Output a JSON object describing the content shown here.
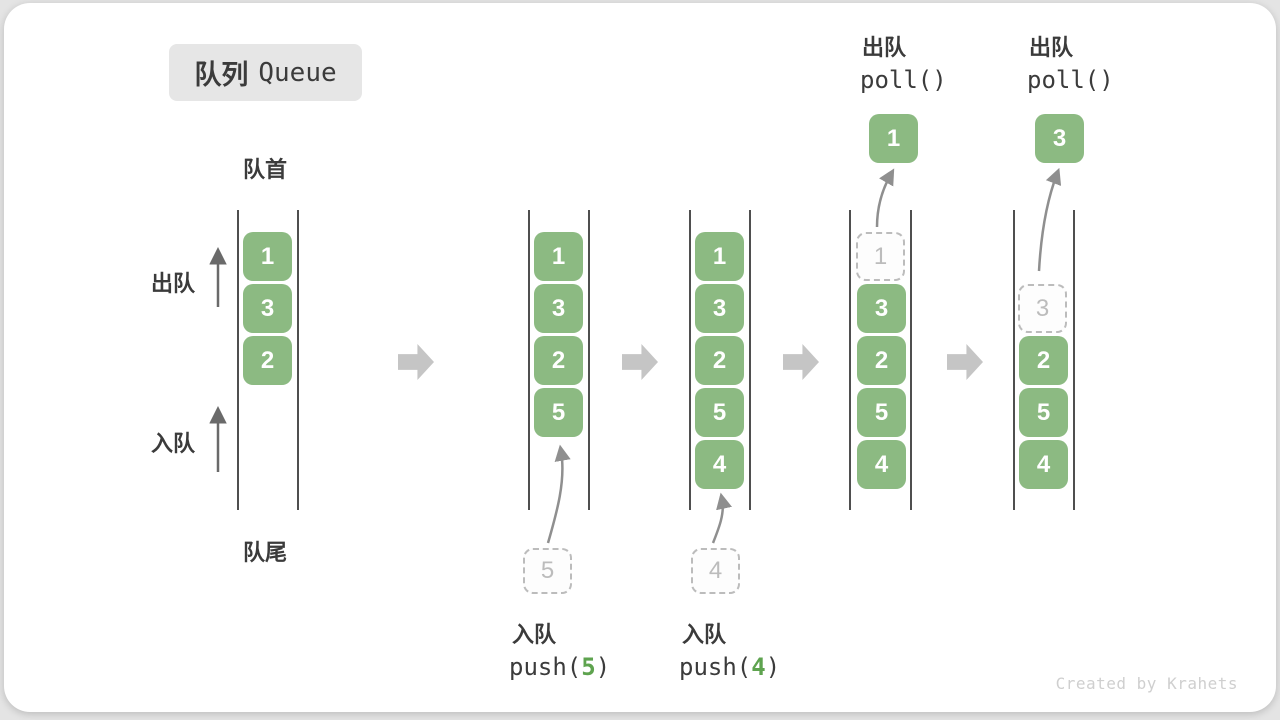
{
  "title": {
    "zh": "队列",
    "en": "Queue"
  },
  "side_labels": {
    "front": "队首",
    "rear": "队尾",
    "dequeue": "出队",
    "enqueue": "入队"
  },
  "states": [
    {
      "boxes": [
        "1",
        "3",
        "2"
      ]
    },
    {
      "boxes": [
        "1",
        "3",
        "2",
        "5"
      ],
      "incoming": "5"
    },
    {
      "boxes": [
        "1",
        "3",
        "2",
        "5",
        "4"
      ],
      "incoming": "4"
    },
    {
      "removed": "1",
      "boxes": [
        "3",
        "2",
        "5",
        "4"
      ],
      "polled": "1"
    },
    {
      "removed": "3",
      "boxes": [
        "2",
        "5",
        "4"
      ],
      "polled": "3"
    }
  ],
  "operations": {
    "push5": {
      "label": "入队",
      "code_pre": "push(",
      "arg": "5",
      "code_post": ")"
    },
    "push4": {
      "label": "入队",
      "code_pre": "push(",
      "arg": "4",
      "code_post": ")"
    },
    "poll1": {
      "label": "出队",
      "code": "poll()"
    },
    "poll3": {
      "label": "出队",
      "code": "poll()"
    }
  },
  "watermark": "Created by Krahets",
  "colors": {
    "element_green": "#8cba82",
    "arg_green": "#5ea34f",
    "dashed_gray": "#bcbcbc",
    "transition_arrow_gray": "#c5c5c5",
    "wall_line": "#4f4f4f",
    "text_dark": "#3b3b3b"
  }
}
